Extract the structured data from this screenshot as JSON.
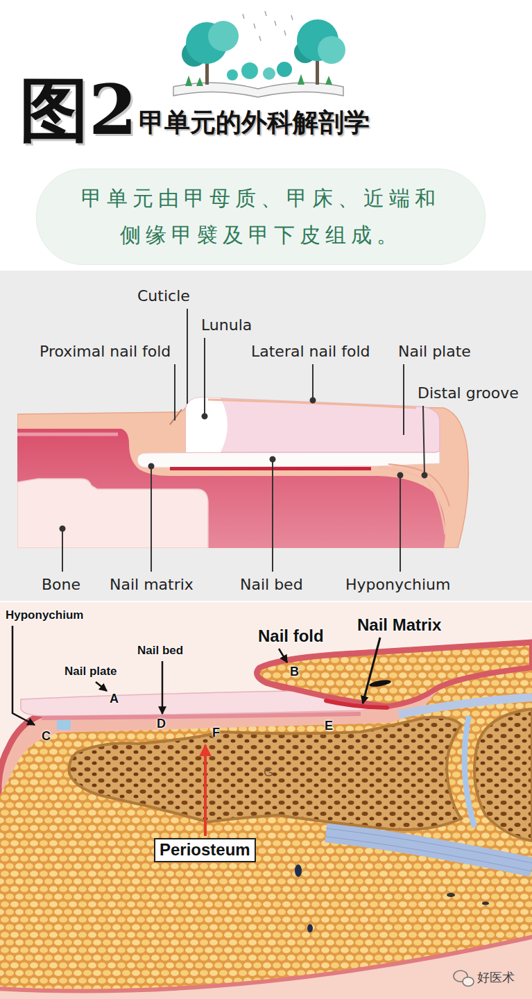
{
  "diagram": {
    "title": "甲单元的外科解剖学",
    "nodes": [
      {
        "text": [
          "甲单元由甲母质、甲床、近端和侧缘甲襞及甲下皮组成。"
        ]
      },
      {
        "text": [
          "Periosteum"
        ]
      }
    ],
    "labels": [
      "图2",
      "Cuticle",
      "Lunula",
      "Proximal nail fold",
      "Lateral nail fold",
      "Nail plate",
      "Distal groove",
      "Bone",
      "Nail matrix",
      "Nail bed",
      "Hyponychium",
      "Hyponychium",
      "Nail plate",
      "A",
      "Nail bed",
      "D",
      "Nail fold",
      "B",
      "Nail Matrix",
      "E",
      "C",
      "F",
      "G",
      "好医术"
    ]
  }
}
